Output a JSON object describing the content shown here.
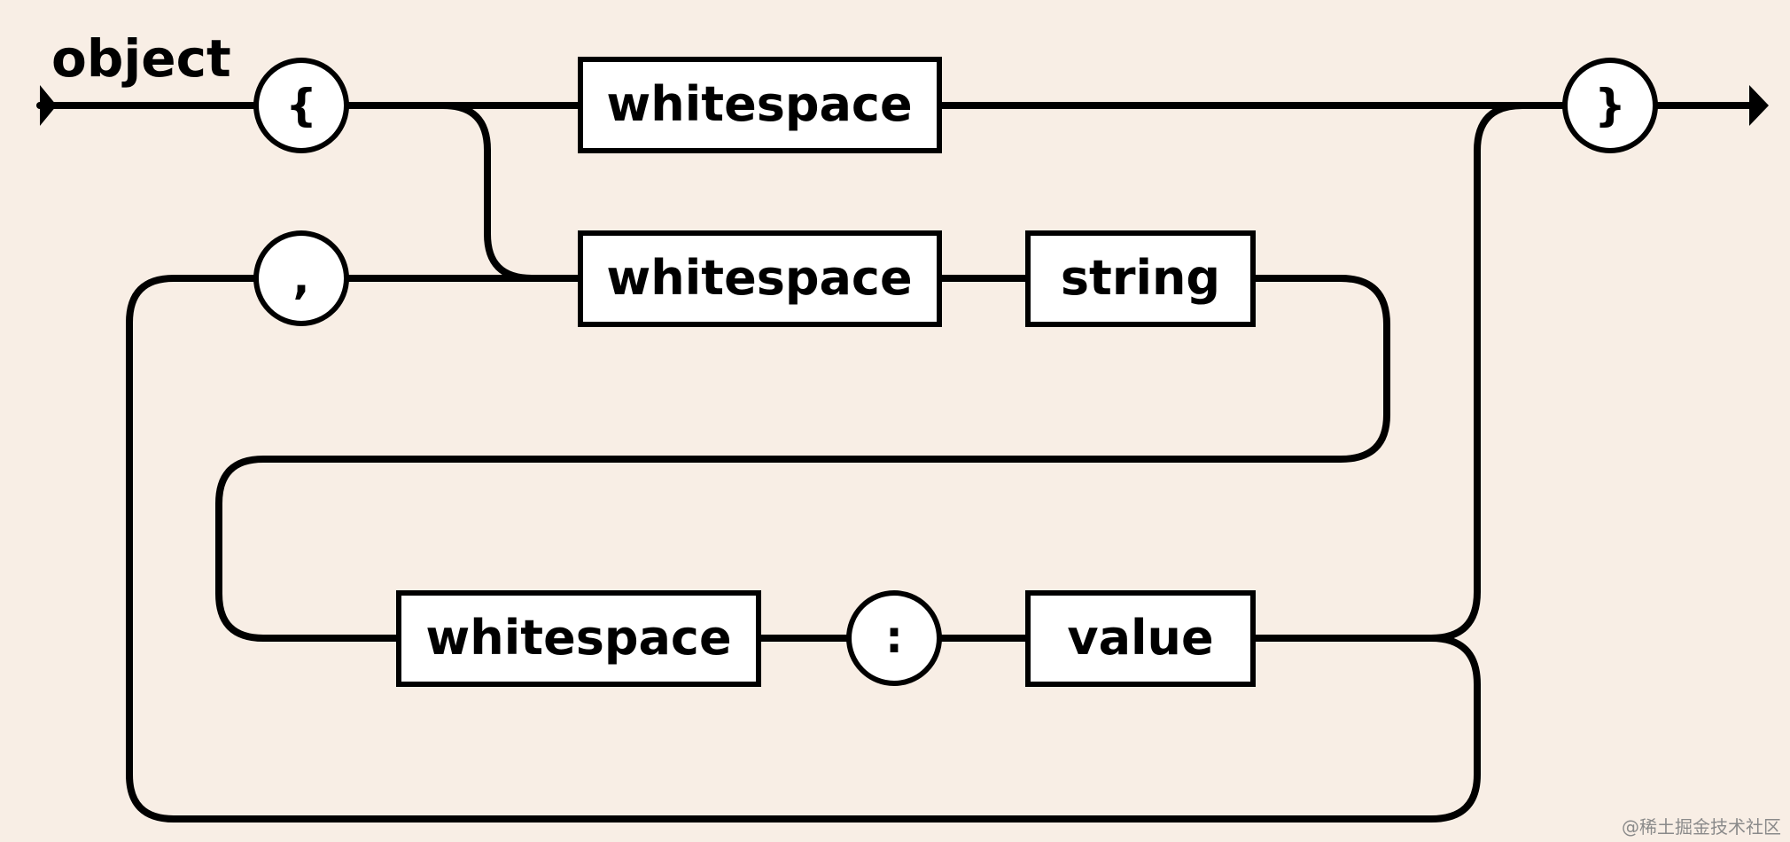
{
  "diagram": {
    "title": "object",
    "open_brace": "{",
    "close_brace": "}",
    "comma": ",",
    "colon": ":",
    "top_whitespace": "whitespace",
    "mid_whitespace": "whitespace",
    "string_label": "string",
    "bottom_whitespace": "whitespace",
    "value_label": "value"
  },
  "watermark": "@稀土掘金技术社区"
}
